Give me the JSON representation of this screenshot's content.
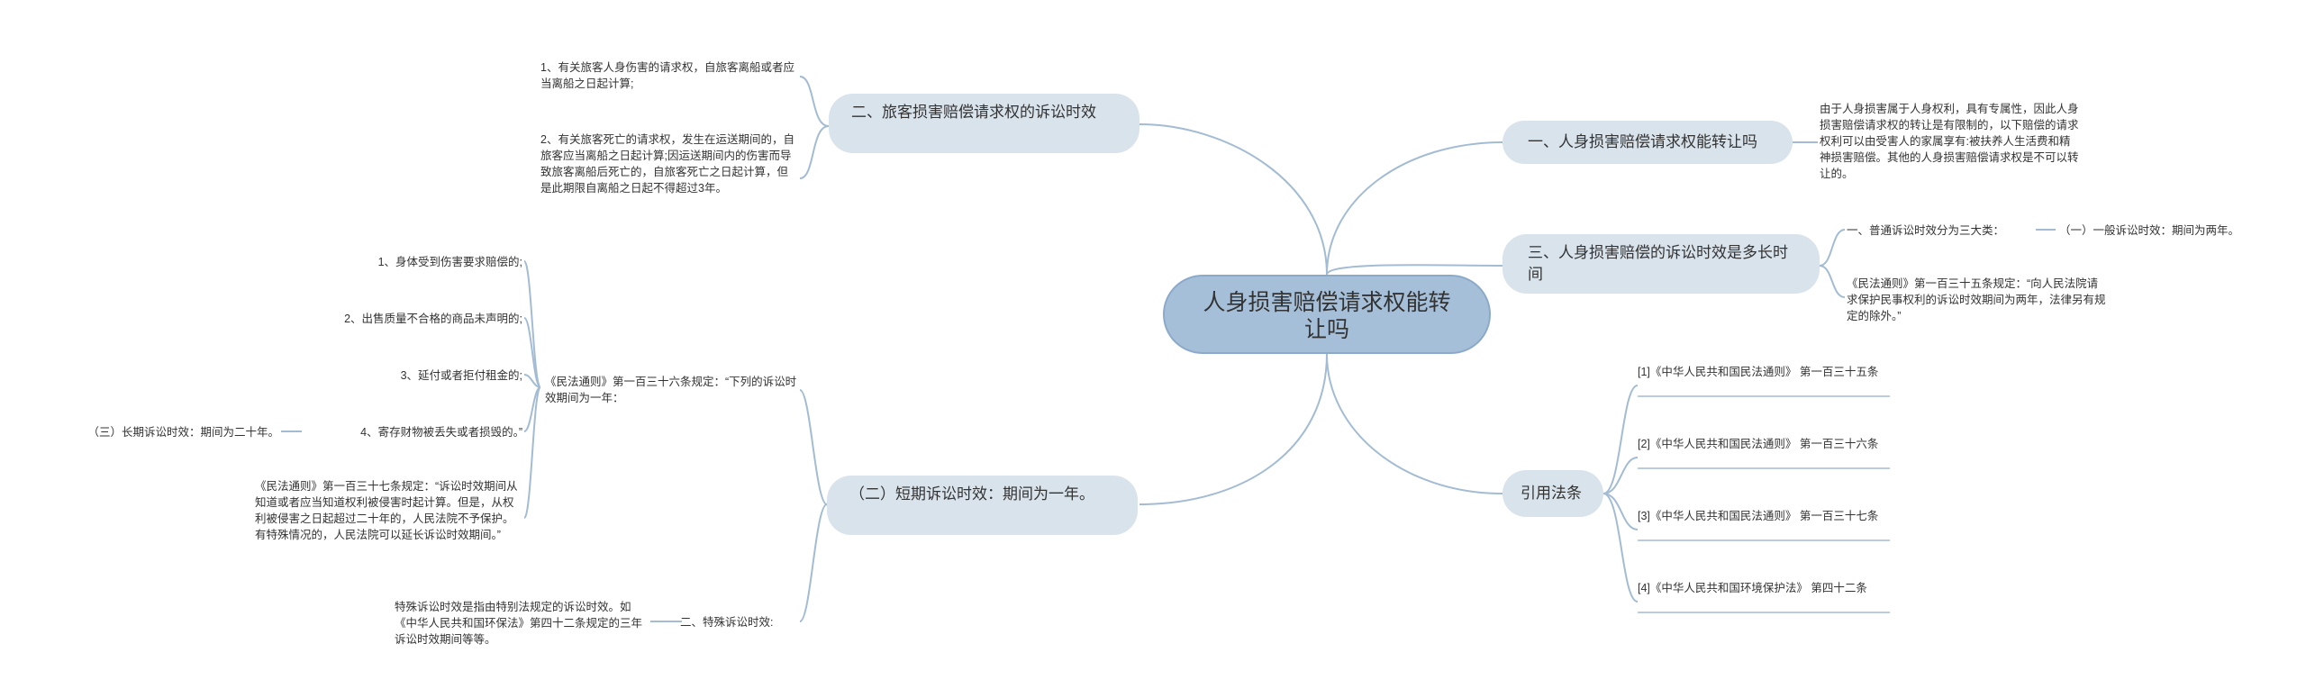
{
  "root": {
    "label": "人身损害赔偿请求权能转让吗"
  },
  "left": {
    "b1": {
      "label": "二、旅客损害赔偿请求权的诉讼时效",
      "items": [
        "1、有关旅客人身伤害的请求权，自旅客离船或者应当离船之日起计算;",
        "2、有关旅客死亡的请求权，发生在运送期间的，自旅客应当离船之日起计算;因运送期间内的伤害而导致旅客离船后死亡的，自旅客死亡之日起计算，但是此期限自离船之日起不得超过3年。"
      ]
    },
    "b2": {
      "label": "（二）短期诉讼时效：期间为一年。",
      "c1": {
        "label": "《民法通则》第一百三十六条规定：“下列的诉讼时效期间为一年：",
        "items": [
          "1、身体受到伤害要求赔偿的;",
          "2、出售质量不合格的商品未声明的;",
          "3、延付或者拒付租金的;",
          "4、寄存财物被丢失或者损毁的。”"
        ],
        "sub": "（三）长期诉讼时效：期间为二十年。"
      },
      "c2": "《民法通则》第一百三十七条规定：“诉讼时效期间从知道或者应当知道权利被侵害时起计算。但是，从权利被侵害之日起超过二十年的，人民法院不予保护。有特殊情况的，人民法院可以延长诉讼时效期间。”",
      "c3": {
        "label": "二、特殊诉讼时效:",
        "detail": "特殊诉讼时效是指由特别法规定的诉讼时效。如《中华人民共和国环保法》第四十二条规定的三年诉讼时效期间等等。"
      }
    }
  },
  "right": {
    "b1": {
      "label": "一、人身损害赔偿请求权能转让吗",
      "detail": "由于人身损害属于人身权利，具有专属性，因此人身损害赔偿请求权的转让是有限制的，以下赔偿的请求权利可以由受害人的家属享有:被扶养人生活费和精神损害赔偿。其他的人身损害赔偿请求权是不可以转让的。"
    },
    "b2": {
      "label": "三、人身损害赔偿的诉讼时效是多长时间",
      "c1": {
        "label": "一、普通诉讼时效分为三大类：",
        "sub": "（一）一般诉讼时效：期间为两年。"
      },
      "c2": "《民法通则》第一百三十五条规定：“向人民法院请求保护民事权利的诉讼时效期间为两年，法律另有规定的除外。”"
    },
    "b3": {
      "label": "引用法条",
      "items": [
        "[1]《中华人民共和国民法通则》 第一百三十五条",
        "[2]《中华人民共和国民法通则》 第一百三十六条",
        "[3]《中华人民共和国民法通则》 第一百三十七条",
        "[4]《中华人民共和国环境保护法》 第四十二条"
      ]
    }
  },
  "colors": {
    "line": "#a3bcd3",
    "root_fill": "#a6bfd9",
    "branch_fill": "#d9e3ec"
  }
}
